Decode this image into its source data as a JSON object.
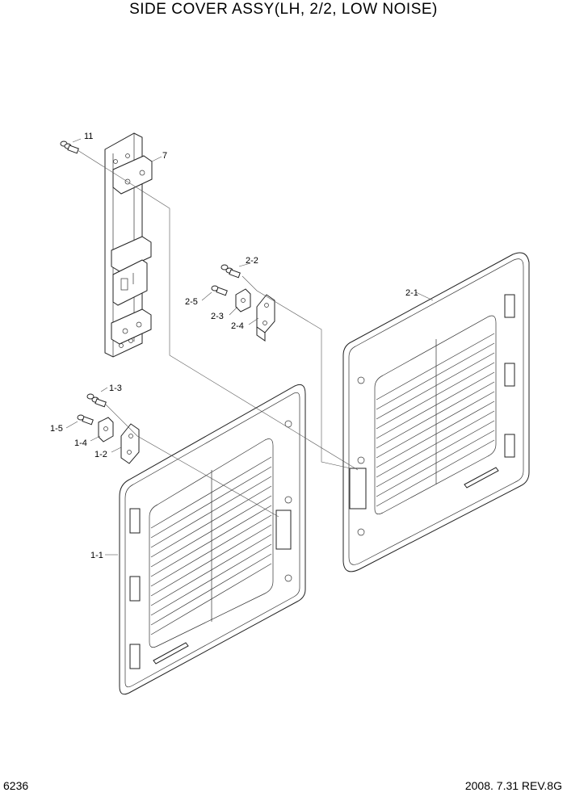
{
  "title": "SIDE COVER ASSY(LH, 2/2, LOW NOISE)",
  "footer": {
    "page_number": "6236",
    "revision": "2008. 7.31  REV.8G"
  },
  "callouts": {
    "c11": "11",
    "c7": "7",
    "c2_2": "2-2",
    "c2_1": "2-1",
    "c2_5": "2-5",
    "c2_3": "2-3",
    "c2_4": "2-4",
    "c1_3": "1-3",
    "c1_5": "1-5",
    "c1_4": "1-4",
    "c1_2": "1-2",
    "c1_1": "1-1"
  }
}
